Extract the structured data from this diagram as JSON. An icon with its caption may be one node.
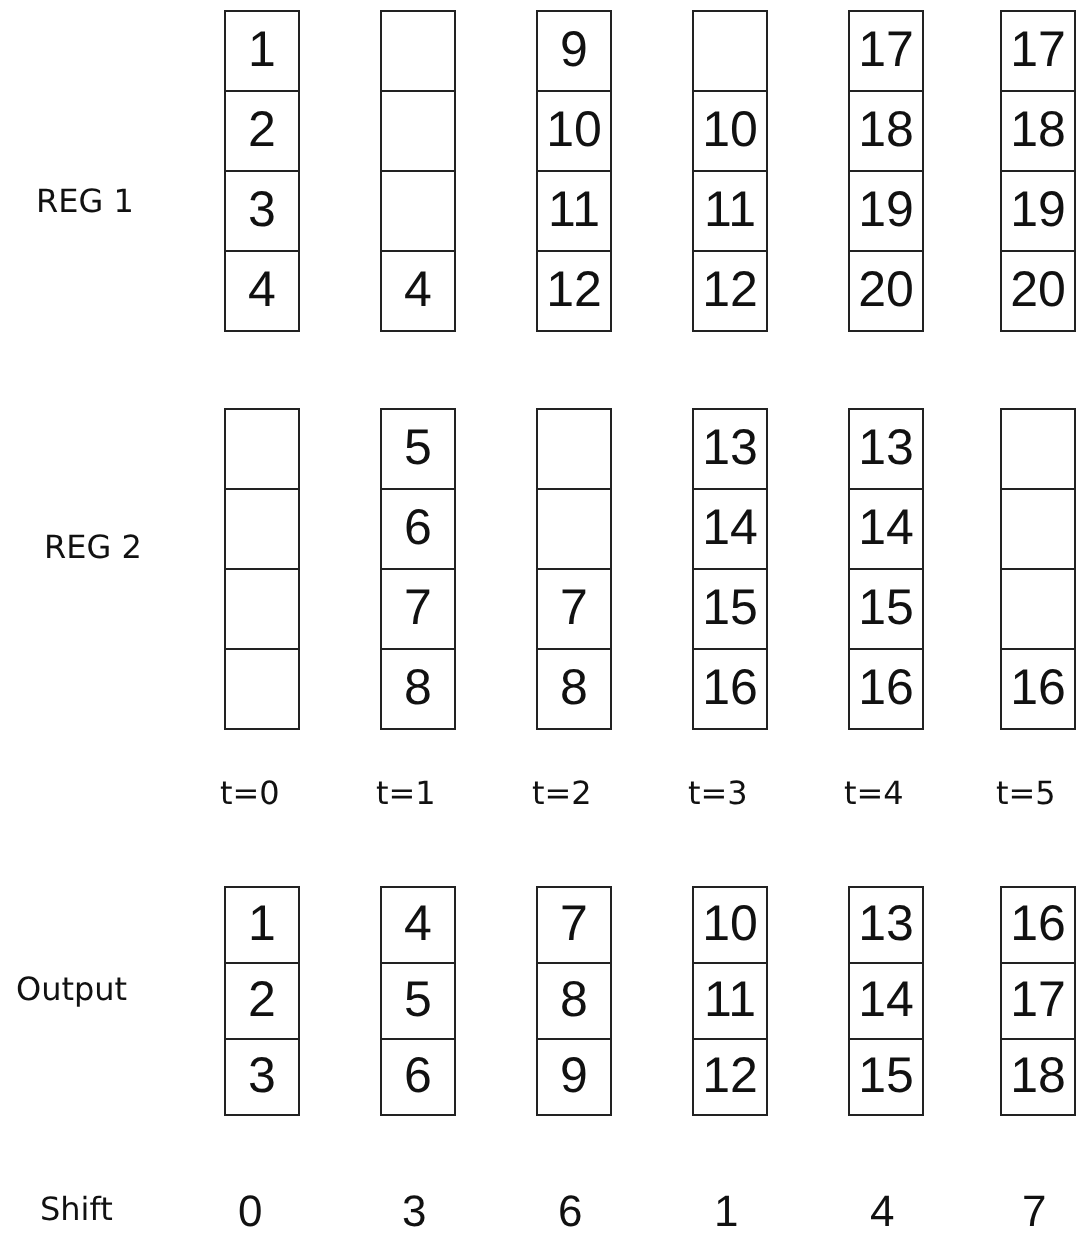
{
  "diagram": {
    "nodes": [
      {
        "text": [
          "1"
        ]
      },
      {
        "text": [
          "2"
        ]
      },
      {
        "text": [
          "3"
        ]
      },
      {
        "text": [
          "4"
        ]
      },
      {
        "text": [],
        "shape": "box"
      },
      {
        "text": [],
        "shape": "box"
      },
      {
        "text": [],
        "shape": "box"
      },
      {
        "text": [
          "4"
        ]
      },
      {
        "text": [
          "9"
        ]
      },
      {
        "text": [
          "10"
        ]
      },
      {
        "text": [
          "11"
        ]
      },
      {
        "text": [
          "12"
        ]
      },
      {
        "text": [],
        "shape": "box"
      },
      {
        "text": [
          "10"
        ]
      },
      {
        "text": [
          "11"
        ]
      },
      {
        "text": [
          "12"
        ]
      },
      {
        "text": [
          "17"
        ]
      },
      {
        "text": [
          "18"
        ]
      },
      {
        "text": [
          "19"
        ]
      },
      {
        "text": [
          "20"
        ]
      },
      {
        "text": [
          "17"
        ]
      },
      {
        "text": [
          "18"
        ]
      },
      {
        "text": [
          "19"
        ]
      },
      {
        "text": [
          "20"
        ]
      },
      {
        "text": [],
        "shape": "box"
      },
      {
        "text": [],
        "shape": "box"
      },
      {
        "text": [],
        "shape": "box"
      },
      {
        "text": [],
        "shape": "box"
      },
      {
        "text": [
          "5"
        ]
      },
      {
        "text": [
          "6"
        ]
      },
      {
        "text": [
          "7"
        ]
      },
      {
        "text": [
          "8"
        ]
      },
      {
        "text": [],
        "shape": "box"
      },
      {
        "text": [],
        "shape": "box"
      },
      {
        "text": [
          "7"
        ]
      },
      {
        "text": [
          "8"
        ]
      },
      {
        "text": [
          "13"
        ]
      },
      {
        "text": [
          "14"
        ]
      },
      {
        "text": [
          "15"
        ]
      },
      {
        "text": [
          "16"
        ]
      },
      {
        "text": [
          "13"
        ]
      },
      {
        "text": [
          "14"
        ]
      },
      {
        "text": [
          "15"
        ]
      },
      {
        "text": [
          "16"
        ]
      },
      {
        "text": [],
        "shape": "box"
      },
      {
        "text": [],
        "shape": "box"
      },
      {
        "text": [],
        "shape": "box"
      },
      {
        "text": [
          "16"
        ]
      },
      {
        "text": [
          "1"
        ]
      },
      {
        "text": [
          "2"
        ]
      },
      {
        "text": [
          "3"
        ]
      },
      {
        "text": [
          "4"
        ]
      },
      {
        "text": [
          "5"
        ]
      },
      {
        "text": [
          "6"
        ]
      },
      {
        "text": [
          "7"
        ]
      },
      {
        "text": [
          "8"
        ]
      },
      {
        "text": [
          "9"
        ]
      },
      {
        "text": [
          "10"
        ]
      },
      {
        "text": [
          "11"
        ]
      },
      {
        "text": [
          "12"
        ]
      },
      {
        "text": [
          "13"
        ]
      },
      {
        "text": [
          "14"
        ]
      },
      {
        "text": [
          "15"
        ]
      },
      {
        "text": [
          "16"
        ]
      },
      {
        "text": [
          "17"
        ]
      },
      {
        "text": [
          "18"
        ]
      }
    ],
    "labels": [
      "REG 1",
      "REG 2",
      "t=0",
      "t=1",
      "t=2",
      "t=3",
      "t=4",
      "t=5",
      "Output",
      "Shift",
      "0",
      "3",
      "6",
      "1",
      "4",
      "7"
    ]
  }
}
